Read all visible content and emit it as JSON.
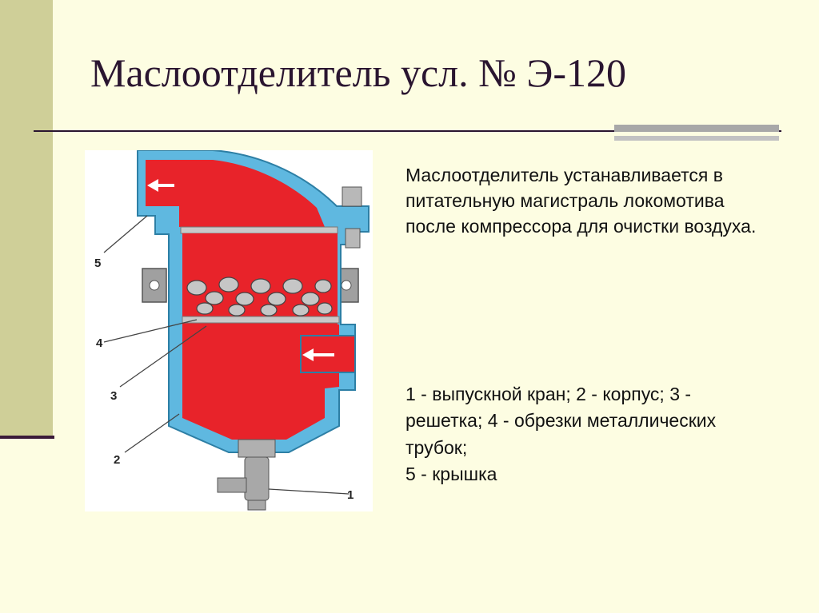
{
  "title": "Маслоотделитель усл. № Э-120",
  "description": "Маслоотделитель устанавливается в питательную магистраль локомотива после компрессора для очистки воздуха.",
  "legend": [
    "1 - выпускной кран; 2 - корпус; 3 - решетка; 4 - обрезки металлических трубок;",
    "5 - крышка"
  ],
  "figure": {
    "callouts": [
      "5",
      "4",
      "3",
      "2",
      "1"
    ],
    "colors": {
      "body": "#e8232a",
      "shell": "#5fb8e0",
      "metal": "#8a8a8a",
      "band": "#cfcf98",
      "background": "#fdfde2"
    }
  }
}
